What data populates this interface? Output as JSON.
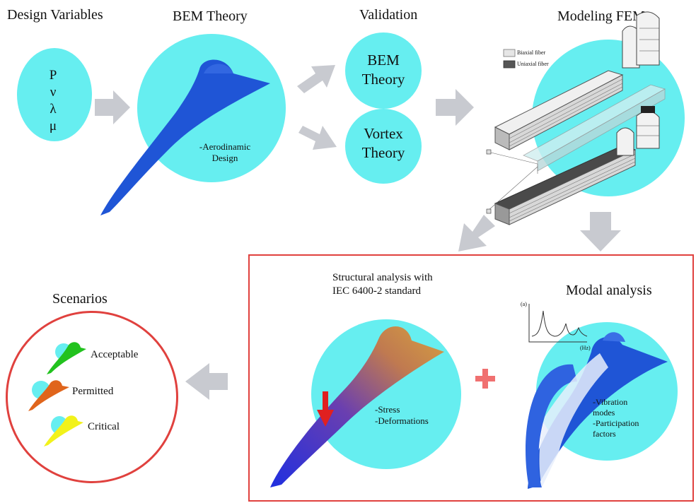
{
  "headings": {
    "design_variables": "Design Variables",
    "bem_theory": "BEM Theory",
    "validation": "Validation",
    "modeling_fem": "Modeling FEM",
    "scenarios": "Scenarios",
    "structural_line1": "Structural analysis with",
    "structural_line2": "IEC 6400-2 standard",
    "modal_analysis": "Modal analysis"
  },
  "design_variables": [
    "P",
    "ν",
    "λ",
    "μ"
  ],
  "bem_circle": {
    "line1": "-Aerodinamic",
    "line2": "Design"
  },
  "validation": {
    "bem": {
      "line1": "BEM",
      "line2": "Theory"
    },
    "vortex": {
      "line1": "Vortex",
      "line2": "Theory"
    }
  },
  "fem_legend": {
    "biaxial": "Biaxial fiber",
    "uniaxial": "Uniaxial fiber"
  },
  "structural_circle": {
    "line1": "-Stress",
    "line2": "-Deformations"
  },
  "modal_circle": {
    "line1": "-Vibration",
    "line2": "modes",
    "line3": "-Participation",
    "line4": "factors"
  },
  "modal_graph": {
    "y_label": "(a)",
    "x_label": "(Hz)"
  },
  "scenarios": [
    {
      "label": "Acceptable",
      "color": "#22c21e"
    },
    {
      "label": "Permitted",
      "color": "#e0651c"
    },
    {
      "label": "Critical",
      "color": "#f2f21a"
    }
  ],
  "colors": {
    "cyan": "#66eef0",
    "blade_blue": "#1f55d6",
    "arrow_gray": "#c8cad0",
    "frame_red": "#e0413e"
  }
}
